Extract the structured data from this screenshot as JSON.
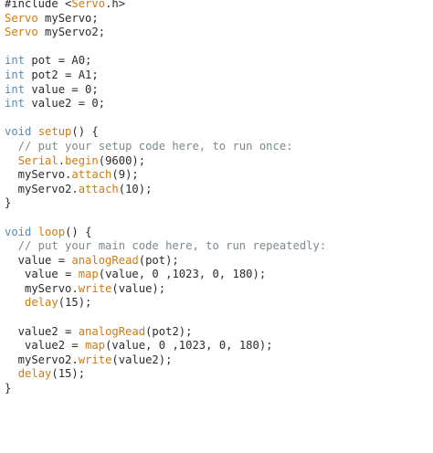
{
  "editor": {
    "language": "arduino",
    "colors": {
      "background": "#ffffff",
      "text": "#2b2b2b",
      "keyword_orange": "#d07a13",
      "type_blue": "#5b8bb0",
      "comment_gray": "#7b8a8f"
    },
    "lines": [
      [
        {
          "t": "#include <",
          "c": "tx"
        },
        {
          "t": "Servo",
          "c": "kw"
        },
        {
          "t": ".h>",
          "c": "tx"
        }
      ],
      [
        {
          "t": "Servo",
          "c": "kw"
        },
        {
          "t": " myServo;",
          "c": "tx"
        }
      ],
      [
        {
          "t": "Servo",
          "c": "kw"
        },
        {
          "t": " myServo2;",
          "c": "tx"
        }
      ],
      [],
      [
        {
          "t": "int",
          "c": "ty"
        },
        {
          "t": " pot = A0;",
          "c": "tx"
        }
      ],
      [
        {
          "t": "int",
          "c": "ty"
        },
        {
          "t": " pot2 = A1;",
          "c": "tx"
        }
      ],
      [
        {
          "t": "int",
          "c": "ty"
        },
        {
          "t": " value = 0;",
          "c": "tx"
        }
      ],
      [
        {
          "t": "int",
          "c": "ty"
        },
        {
          "t": " value2 = 0;",
          "c": "tx"
        }
      ],
      [],
      [
        {
          "t": "void",
          "c": "ty"
        },
        {
          "t": " ",
          "c": "tx"
        },
        {
          "t": "setup",
          "c": "kw"
        },
        {
          "t": "() {",
          "c": "tx"
        }
      ],
      [
        {
          "t": "  // put your setup code here, to run once:",
          "c": "cm"
        }
      ],
      [
        {
          "t": "  ",
          "c": "tx"
        },
        {
          "t": "Serial",
          "c": "kw"
        },
        {
          "t": ".",
          "c": "tx"
        },
        {
          "t": "begin",
          "c": "fn"
        },
        {
          "t": "(9600);",
          "c": "tx"
        }
      ],
      [
        {
          "t": "  myServo.",
          "c": "tx"
        },
        {
          "t": "attach",
          "c": "fn"
        },
        {
          "t": "(9);",
          "c": "tx"
        }
      ],
      [
        {
          "t": "  myServo2.",
          "c": "tx"
        },
        {
          "t": "attach",
          "c": "fn"
        },
        {
          "t": "(10);",
          "c": "tx"
        }
      ],
      [
        {
          "t": "}",
          "c": "tx"
        }
      ],
      [],
      [
        {
          "t": "void",
          "c": "ty"
        },
        {
          "t": " ",
          "c": "tx"
        },
        {
          "t": "loop",
          "c": "kw"
        },
        {
          "t": "() {",
          "c": "tx"
        }
      ],
      [
        {
          "t": "  // put your main code here, to run repeatedly:",
          "c": "cm"
        }
      ],
      [
        {
          "t": "  value = ",
          "c": "tx"
        },
        {
          "t": "analogRead",
          "c": "fn"
        },
        {
          "t": "(pot);",
          "c": "tx"
        }
      ],
      [
        {
          "t": "   value = ",
          "c": "tx"
        },
        {
          "t": "map",
          "c": "fn"
        },
        {
          "t": "(value, 0 ,1023, 0, 180);",
          "c": "tx"
        }
      ],
      [
        {
          "t": "   myServo.",
          "c": "tx"
        },
        {
          "t": "write",
          "c": "fn"
        },
        {
          "t": "(value);",
          "c": "tx"
        }
      ],
      [
        {
          "t": "   ",
          "c": "tx"
        },
        {
          "t": "delay",
          "c": "fn"
        },
        {
          "t": "(15);",
          "c": "tx"
        }
      ],
      [],
      [
        {
          "t": "  value2 = ",
          "c": "tx"
        },
        {
          "t": "analogRead",
          "c": "fn"
        },
        {
          "t": "(pot2);",
          "c": "tx"
        }
      ],
      [
        {
          "t": "   value2 = ",
          "c": "tx"
        },
        {
          "t": "map",
          "c": "fn"
        },
        {
          "t": "(value, 0 ,1023, 0, 180);",
          "c": "tx"
        }
      ],
      [
        {
          "t": "  myServo2.",
          "c": "tx"
        },
        {
          "t": "write",
          "c": "fn"
        },
        {
          "t": "(value2);",
          "c": "tx"
        }
      ],
      [
        {
          "t": "  ",
          "c": "tx"
        },
        {
          "t": "delay",
          "c": "fn"
        },
        {
          "t": "(15);",
          "c": "tx"
        }
      ],
      [
        {
          "t": "}",
          "c": "tx"
        }
      ]
    ]
  }
}
